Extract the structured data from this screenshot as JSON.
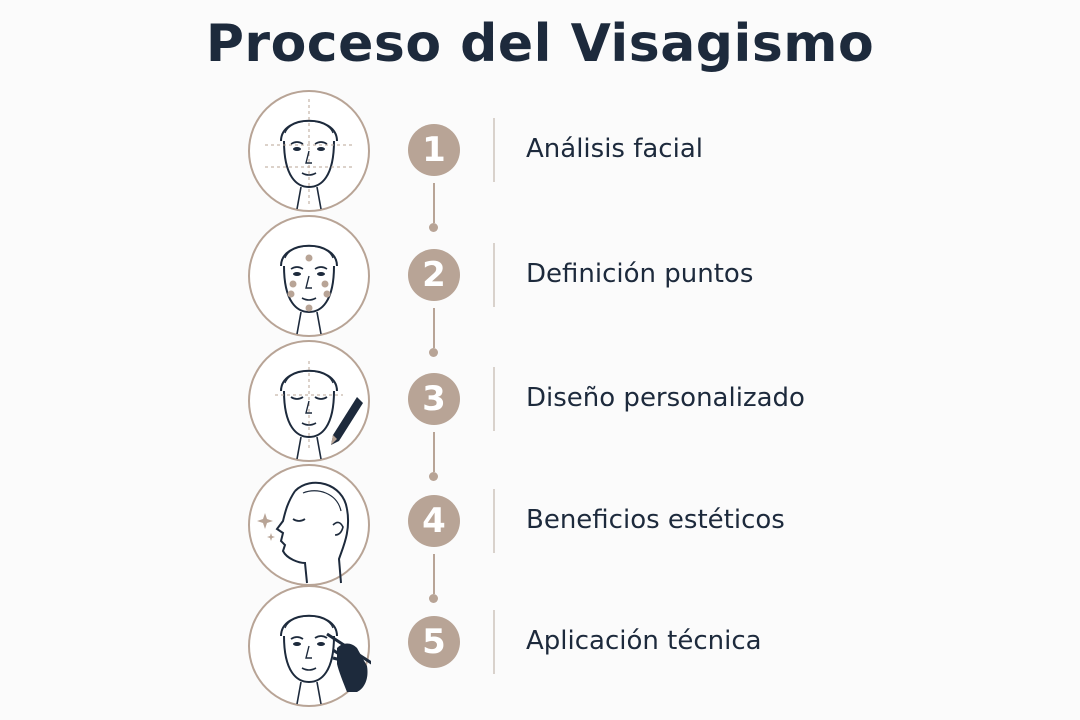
{
  "title": "Proceso del Visagismo",
  "colors": {
    "accent": "#b8a496",
    "ink": "#1d2a3c",
    "background": "#fbfbfb"
  },
  "steps": [
    {
      "number": "1",
      "label": "Análisis facial",
      "icon": "face-analysis-guides-icon"
    },
    {
      "number": "2",
      "label": "Definición puntos",
      "icon": "face-points-icon"
    },
    {
      "number": "3",
      "label": "Diseño personalizado",
      "icon": "face-pencil-design-icon"
    },
    {
      "number": "4",
      "label": "Beneficios estéticos",
      "icon": "face-profile-sparkle-icon"
    },
    {
      "number": "5",
      "label": "Aplicación técnica",
      "icon": "face-hand-pencil-icon"
    }
  ]
}
